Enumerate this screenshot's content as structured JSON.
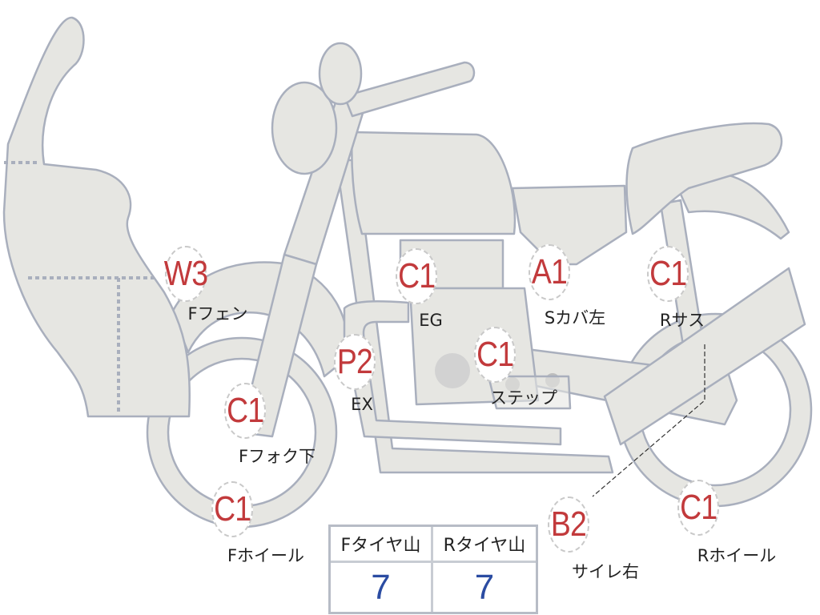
{
  "markers": [
    {
      "code": "W3",
      "label": "Fフェン"
    },
    {
      "code": "C1",
      "label": "EG"
    },
    {
      "code": "A1",
      "label": "Sカバ左"
    },
    {
      "code": "C1",
      "label": "Rサス"
    },
    {
      "code": "P2",
      "label": "EX"
    },
    {
      "code": "C1",
      "label": "ステップ"
    },
    {
      "code": "C1",
      "label": "Fフォク下"
    },
    {
      "code": "C1",
      "label": "Fホイール"
    },
    {
      "code": "B2",
      "label": "サイレ右"
    },
    {
      "code": "C1",
      "label": "Rホイール"
    }
  ],
  "tire_table": {
    "headers": [
      "Fタイヤ山",
      "Rタイヤ山"
    ],
    "values": [
      "7",
      "7"
    ]
  },
  "colors": {
    "code": "#c23a3c",
    "value": "#2b4ca2",
    "body_fill": "#e6e6e2",
    "outline": "#a9afbd"
  }
}
